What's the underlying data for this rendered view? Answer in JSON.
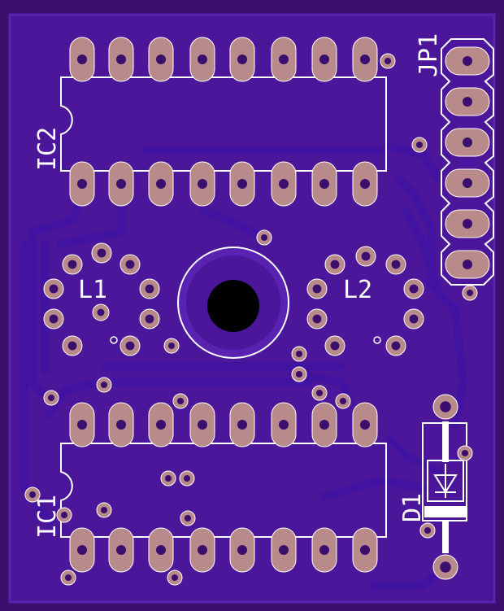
{
  "colors": {
    "board_edge": "#3a0f6e",
    "board_fill": "#4b1699",
    "copper": "#5a22b0",
    "trace": "#4212a0",
    "pad": "#b88a8a",
    "drill": "#3a0f6e",
    "silk": "#ffffff",
    "hole": "#000000"
  },
  "labels": {
    "ic2": "IC2",
    "ic1": "IC1",
    "jp1": "JP1",
    "l1": "L1",
    "l2": "L2",
    "d1": "D1"
  },
  "components": {
    "ic2": {
      "type": "dip16",
      "orientation": "notch-left"
    },
    "ic1": {
      "type": "dip16",
      "orientation": "notch-left"
    },
    "jp1": {
      "type": "header-6",
      "orientation": "vertical"
    },
    "l1": {
      "type": "inductor-ring-8"
    },
    "l2": {
      "type": "inductor-ring-8"
    },
    "d1": {
      "type": "diode",
      "orientation": "vertical"
    }
  }
}
